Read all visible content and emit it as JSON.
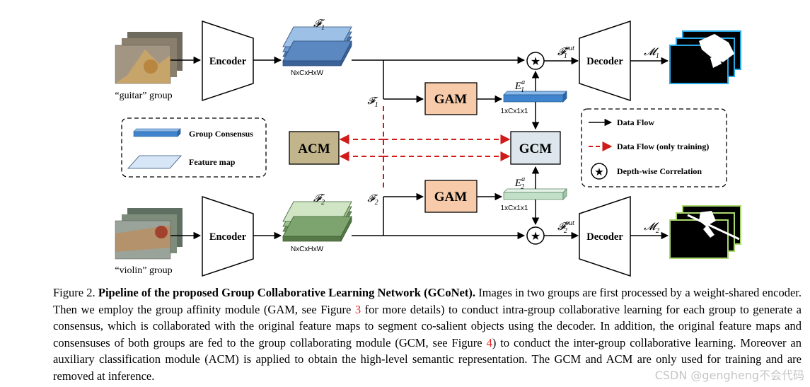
{
  "groups": {
    "top": {
      "label": "“guitar” group",
      "feature": "𝓕",
      "feature_sub": "1",
      "dims": "NxCxHxW",
      "consensus": "E",
      "consensus_sup": "a",
      "consensus_sub": "1",
      "consensus_dims": "1xCx1x1",
      "out": "𝓕",
      "out_sup": "out",
      "out_sub": "1",
      "mask": "𝓜",
      "mask_sub": "1"
    },
    "bottom": {
      "label": "“violin” group",
      "feature": "𝓕",
      "feature_sub": "2",
      "dims": "NxCxHxW",
      "consensus": "E",
      "consensus_sup": "a",
      "consensus_sub": "2",
      "consensus_dims": "1xCx1x1",
      "out": "𝓕",
      "out_sup": "out",
      "out_sub": "2",
      "mask": "𝓜",
      "mask_sub": "2"
    }
  },
  "modules": {
    "encoder": "Encoder",
    "decoder": "Decoder",
    "gam": "GAM",
    "gcm": "GCM",
    "acm": "ACM",
    "star": "★"
  },
  "legend_left": {
    "consensus": "Group Consensus",
    "feature_map": "Feature map"
  },
  "legend_right": {
    "data_flow": "Data Flow",
    "data_flow_training": "Data Flow (only training)",
    "correlation": "Depth-wise Correlation"
  },
  "caption": {
    "prefix": "Figure 2. ",
    "title": "Pipeline of the proposed Group Collaborative Learning Network (GCoNet).",
    "p1": " Images in two groups are first processed by a weight-shared encoder. Then we employ the group affinity module (GAM, see Figure ",
    "ref1": "3",
    "p2": " for more details) to conduct intra-group collaborative learning for each group to generate a consensus, which is collaborated with the original feature maps to segment co-salient objects using the decoder. In addition, the original feature maps and consensuses of both groups are fed to the group collaborating module (GCM, see Figure ",
    "ref2": "4",
    "p3": ") to conduct the inter-group collaborative learning. Moreover an auxiliary classification module (ACM) is applied to obtain the high-level semantic representation. The GCM and ACM are only used for training and are removed at inference."
  },
  "watermark": "CSDN @gengheng不会代码",
  "colors": {
    "gam_fill": "#f7cbaa",
    "gcm_fill": "#dde6ec",
    "acm_fill": "#c2b58c",
    "consensus_blue": "#4a8fd4",
    "consensus_green": "#c9e4cf",
    "feat_blue": "#7fa8d8",
    "feat_green": "#8fb07a",
    "dashed_red": "#d11a1a",
    "ref_red": "#dd2222"
  }
}
